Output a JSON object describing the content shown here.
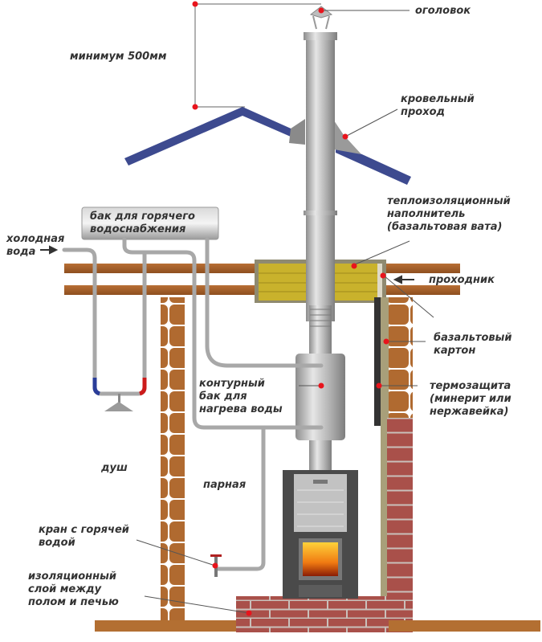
{
  "title": "Схема установки банной печи с дымоходом и баком для воды",
  "labels": {
    "min_height": "минимум 500мм",
    "chimney_cap": "оголовок",
    "roof_pass": "кровельный\nпроход",
    "insulation_filler": "теплоизоляционный\nнаполнитель\n(базальтовая вата)",
    "ceiling_pass": "проходник",
    "basalt_board": "базальтовый\nкартон",
    "heat_shield": "термозащита\n(минерит или\nнержавейка)",
    "hot_tank": "бак для горячего\nводоснабжения",
    "cold_water": "холодная\nвода",
    "loop_tank": "контурный\nбак для\nнагрева воды",
    "shower": "душ",
    "steam_room": "парная",
    "hot_tap": "кран с горячей\nводой",
    "floor_insulation": "изоляционный\nслой между\nполом и печью"
  },
  "colors": {
    "marker": "#e8141c",
    "roof": "#3d4a8f",
    "wood": "#a7622c",
    "insulation": "#c9b22c",
    "brick": "#a9504a",
    "metal": "#b4b4b4",
    "stove": "#4a4a4a",
    "leader": "#555555"
  }
}
